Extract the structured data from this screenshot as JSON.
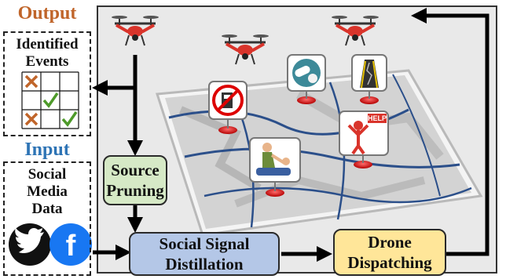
{
  "labels": {
    "output_title": "Output",
    "input_title": "Input",
    "identified_events_line1": "Identified",
    "identified_events_line2": "Events",
    "social_line1": "Social",
    "social_line2": "Media",
    "social_line3": "Data",
    "source_pruning_line1": "Source",
    "source_pruning_line2": "Pruning",
    "social_signal_line1": "Social Signal",
    "social_signal_line2": "Distillation",
    "drone_line1": "Drone",
    "drone_line2": "Dispatching",
    "help_sign": "HELP",
    "facebook_letter": "f"
  },
  "event_grid": [
    [
      "cross",
      "",
      ""
    ],
    [
      "",
      "check",
      ""
    ],
    [
      "cross",
      "",
      "check"
    ]
  ],
  "colors": {
    "output_title": "#c0652a",
    "input_title": "#2e74b5",
    "source_pruning_fill": "#d6e9c6",
    "social_signal_fill": "#b4c7e7",
    "drone_dispatch_fill": "#ffe699",
    "cross": "#c0652a",
    "check": "#4e9a2a",
    "drone_red": "#d9342b",
    "pin_red": "#e02020"
  },
  "icons": [
    "drone-icon",
    "twitter-icon",
    "facebook-icon",
    "no-fuel-icon",
    "pills-icon",
    "cracked-road-icon",
    "help-icon",
    "first-aid-icon"
  ]
}
